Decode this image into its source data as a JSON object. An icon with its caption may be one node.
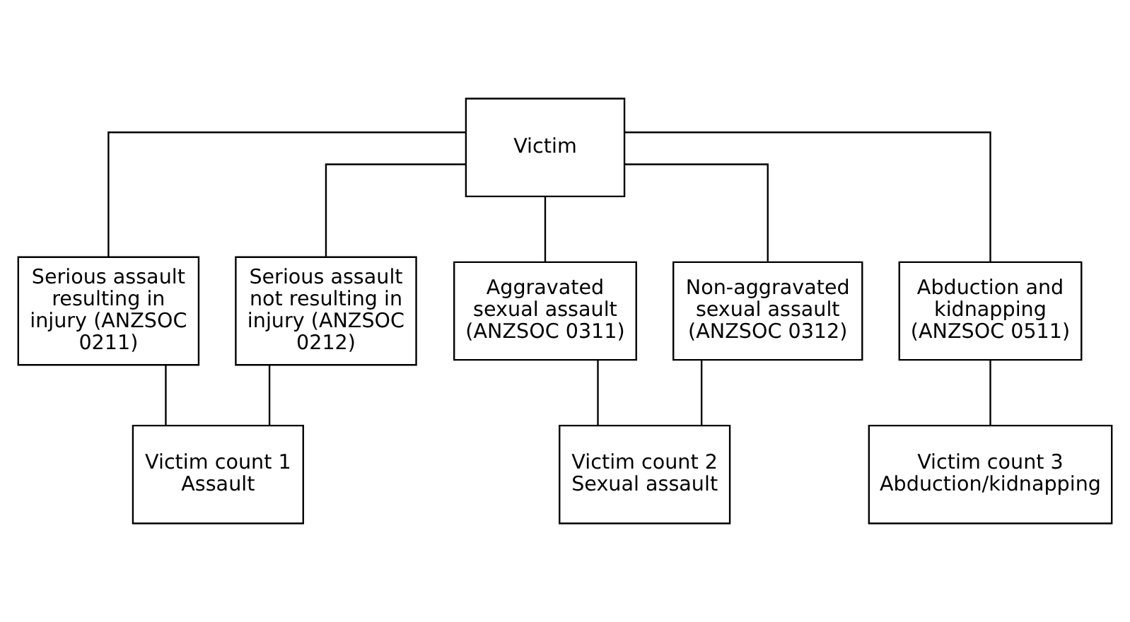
{
  "diagram": {
    "nodes": [
      {
        "text": [
          "Victim"
        ]
      },
      {
        "text": [
          "Serious assault resulting in injury (ANZSOC 0211)"
        ]
      },
      {
        "text": [
          "Serious assault not resulting in injury (ANZSOC 0212)"
        ]
      },
      {
        "text": [
          "Aggravated sexual assault (ANZSOC 0311)"
        ]
      },
      {
        "text": [
          "Non-aggravated sexual assault (ANZSOC 0312)"
        ]
      },
      {
        "text": [
          "Abduction and kidnapping (ANZSOC 0511)"
        ]
      },
      {
        "text": [
          "Victim count 1 Assault"
        ]
      },
      {
        "text": [
          "Victim count 2 Sexual assault"
        ]
      },
      {
        "text": [
          "Victim count 3 Abduction/kidnapping"
        ]
      }
    ],
    "edges": [
      {
        "from": 0,
        "to": 1,
        "arrow": "none"
      },
      {
        "from": 0,
        "to": 2,
        "arrow": "none"
      },
      {
        "from": 0,
        "to": 3,
        "arrow": "none"
      },
      {
        "from": 0,
        "to": 4,
        "arrow": "none"
      },
      {
        "from": 0,
        "to": 5,
        "arrow": "none"
      },
      {
        "from": 1,
        "to": 6,
        "arrow": "none"
      },
      {
        "from": 2,
        "to": 6,
        "arrow": "none"
      },
      {
        "from": 3,
        "to": 7,
        "arrow": "none"
      },
      {
        "from": 4,
        "to": 7,
        "arrow": "none"
      },
      {
        "from": 5,
        "to": 8,
        "arrow": "none"
      }
    ]
  }
}
